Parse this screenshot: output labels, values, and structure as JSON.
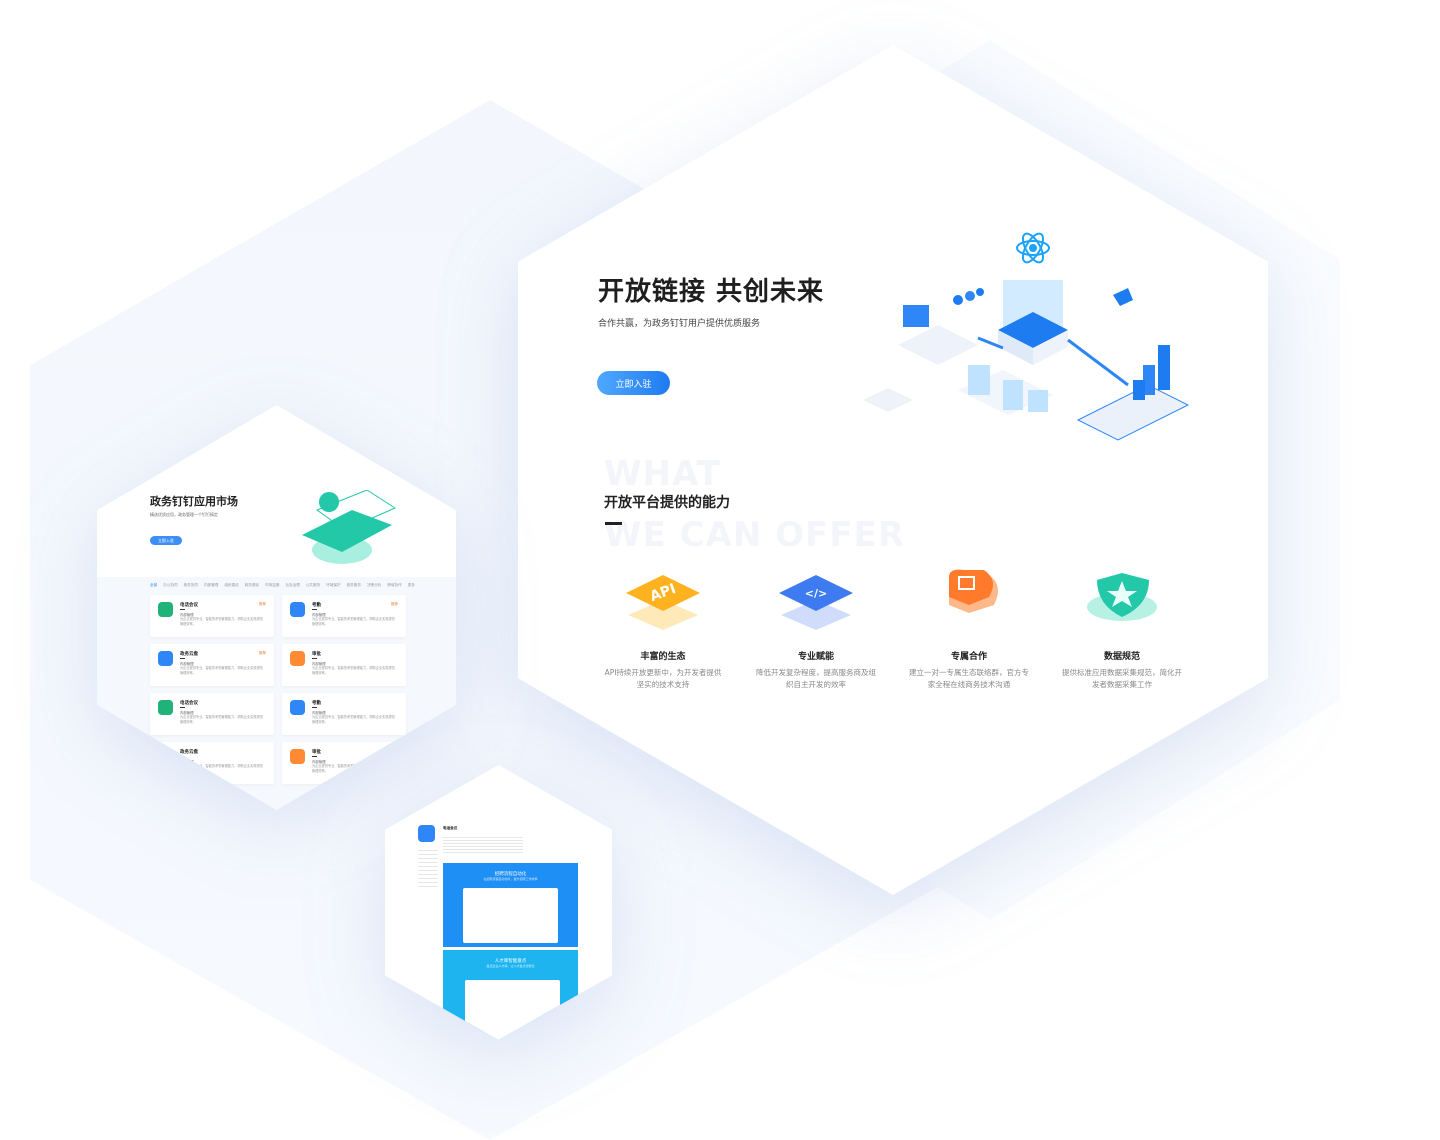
{
  "hero": {
    "title": "开放链接 共创未来",
    "subtitle": "合作共赢，为政务钉钉用户提供优质服务",
    "cta": "立即入驻"
  },
  "section": {
    "ghost_line1": "WHAT",
    "ghost_line2": "WE CAN OFFER",
    "title": "开放平台提供的能力"
  },
  "features": [
    {
      "title": "丰富的生态",
      "desc": "API持续开放更新中，为开发者提供坚实的技术支持",
      "icon": "api-icon",
      "color": "#ffb21f"
    },
    {
      "title": "专业赋能",
      "desc": "降低开发复杂程度，提高服务商及组织自主开发的效率",
      "icon": "code-icon",
      "color": "#3f7bf0"
    },
    {
      "title": "专属合作",
      "desc": "建立一对一专属生态联络群，官方专家全程在线商务技术沟通",
      "icon": "handshake-heart-icon",
      "color": "#ff7a2a"
    },
    {
      "title": "数据规范",
      "desc": "提供标准应用数据采集规范，简化开发者数据采集工作",
      "icon": "shield-star-icon",
      "color": "#22c8a8"
    }
  ],
  "market": {
    "title": "政务钉钉应用市场",
    "subtitle": "精选优质应用，政务管理一个钉钉搞定",
    "cta": "立即入驻",
    "tabs": [
      "全部",
      "办公协同",
      "政务协同",
      "内部管理",
      "组织建设",
      "政务便民",
      "市场监管",
      "社会治理",
      "公共服务",
      "环境保护",
      "政务服务",
      "决策分析",
      "跨域协作",
      "更多"
    ],
    "cards": [
      {
        "name": "电话会议",
        "category": "内部管理",
        "desc": "为企业提供专业、智能的考勤管理能力，帮助企业实现规范管理效率。",
        "badge": "推荐",
        "color": "#1fb37a"
      },
      {
        "name": "考勤",
        "category": "内部管理",
        "desc": "为企业提供专业、智能的考勤管理能力，帮助企业实现规范管理效率。",
        "badge": "推荐",
        "color": "#2f86f6"
      },
      {
        "name": "政务云盘",
        "category": "内部管理",
        "desc": "为企业提供专业、智能的考勤管理能力，帮助企业实现规范管理效率。",
        "badge": "推荐",
        "color": "#2f86f6"
      },
      {
        "name": "审批",
        "category": "内部管理",
        "desc": "为企业提供专业、智能的考勤管理能力，帮助企业实现规范管理效率。",
        "badge": "",
        "color": "#ff8a33"
      },
      {
        "name": "电话会议",
        "category": "内部管理",
        "desc": "为企业提供专业、智能的考勤管理能力，帮助企业实现规范管理效率。",
        "badge": "",
        "color": "#1fb37a"
      },
      {
        "name": "考勤",
        "category": "内部管理",
        "desc": "为企业提供专业、智能的考勤管理能力，帮助企业实现规范管理效率。",
        "badge": "",
        "color": "#2f86f6"
      },
      {
        "name": "政务云盘",
        "category": "内部管理",
        "desc": "为企业提供专业、智能的考勤管理能力，帮助企业实现规范管理效率。",
        "badge": "",
        "color": "#2f86f6"
      },
      {
        "name": "审批",
        "category": "内部管理",
        "desc": "为企业提供专业、智能的考勤管理能力，帮助企业实现规范管理效率。",
        "badge": "",
        "color": "#ff8a33"
      }
    ]
  },
  "detail": {
    "app_name": "电话会议",
    "banner1_title": "招聘流程自动化",
    "banner1_sub": "在招聘流程自动化时，提升招聘工作效率",
    "banner2_title": "人才库智能盘点",
    "banner2_sub": "盘活企业人才库，让人才盘点智能化"
  }
}
